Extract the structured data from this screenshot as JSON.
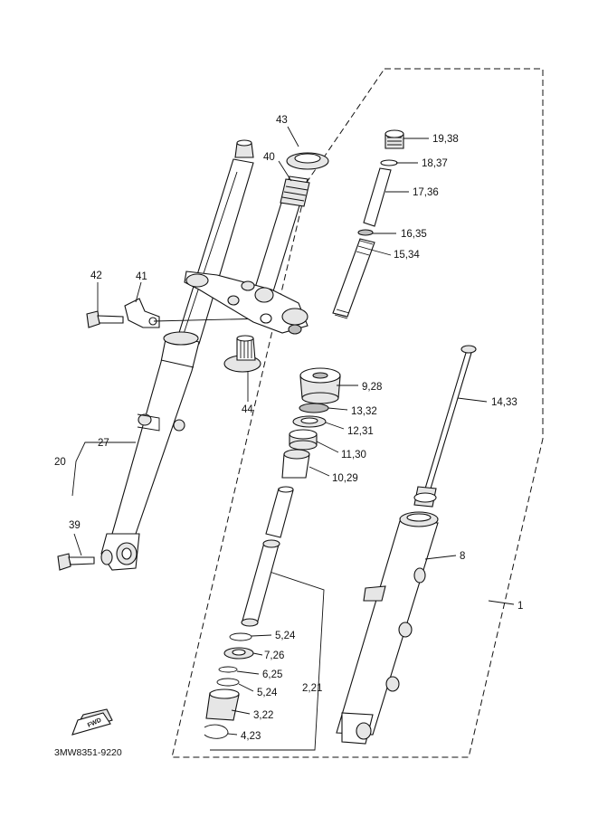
{
  "diagram": {
    "part_code": "3MW8351-9220",
    "fwd_badge": "FWD",
    "callouts": {
      "p43": "43",
      "p40": "40",
      "p42": "42",
      "p41": "41",
      "p44": "44",
      "p19": "19,38",
      "p18": "18,37",
      "p17": "17,36",
      "p16": "16,35",
      "p15": "15,34",
      "p9": "9,28",
      "p14": "14,33",
      "p13": "13,32",
      "p12": "12,31",
      "p11": "11,30",
      "p10": "10,29",
      "p27": "27",
      "p20": "20",
      "p39": "39",
      "p8": "8",
      "p1": "1",
      "p5a": "5,24",
      "p7": "7,26",
      "p6": "6,25",
      "p5b": "5,24",
      "p2": "2,21",
      "p3": "3,22",
      "p4": "4,23"
    }
  }
}
